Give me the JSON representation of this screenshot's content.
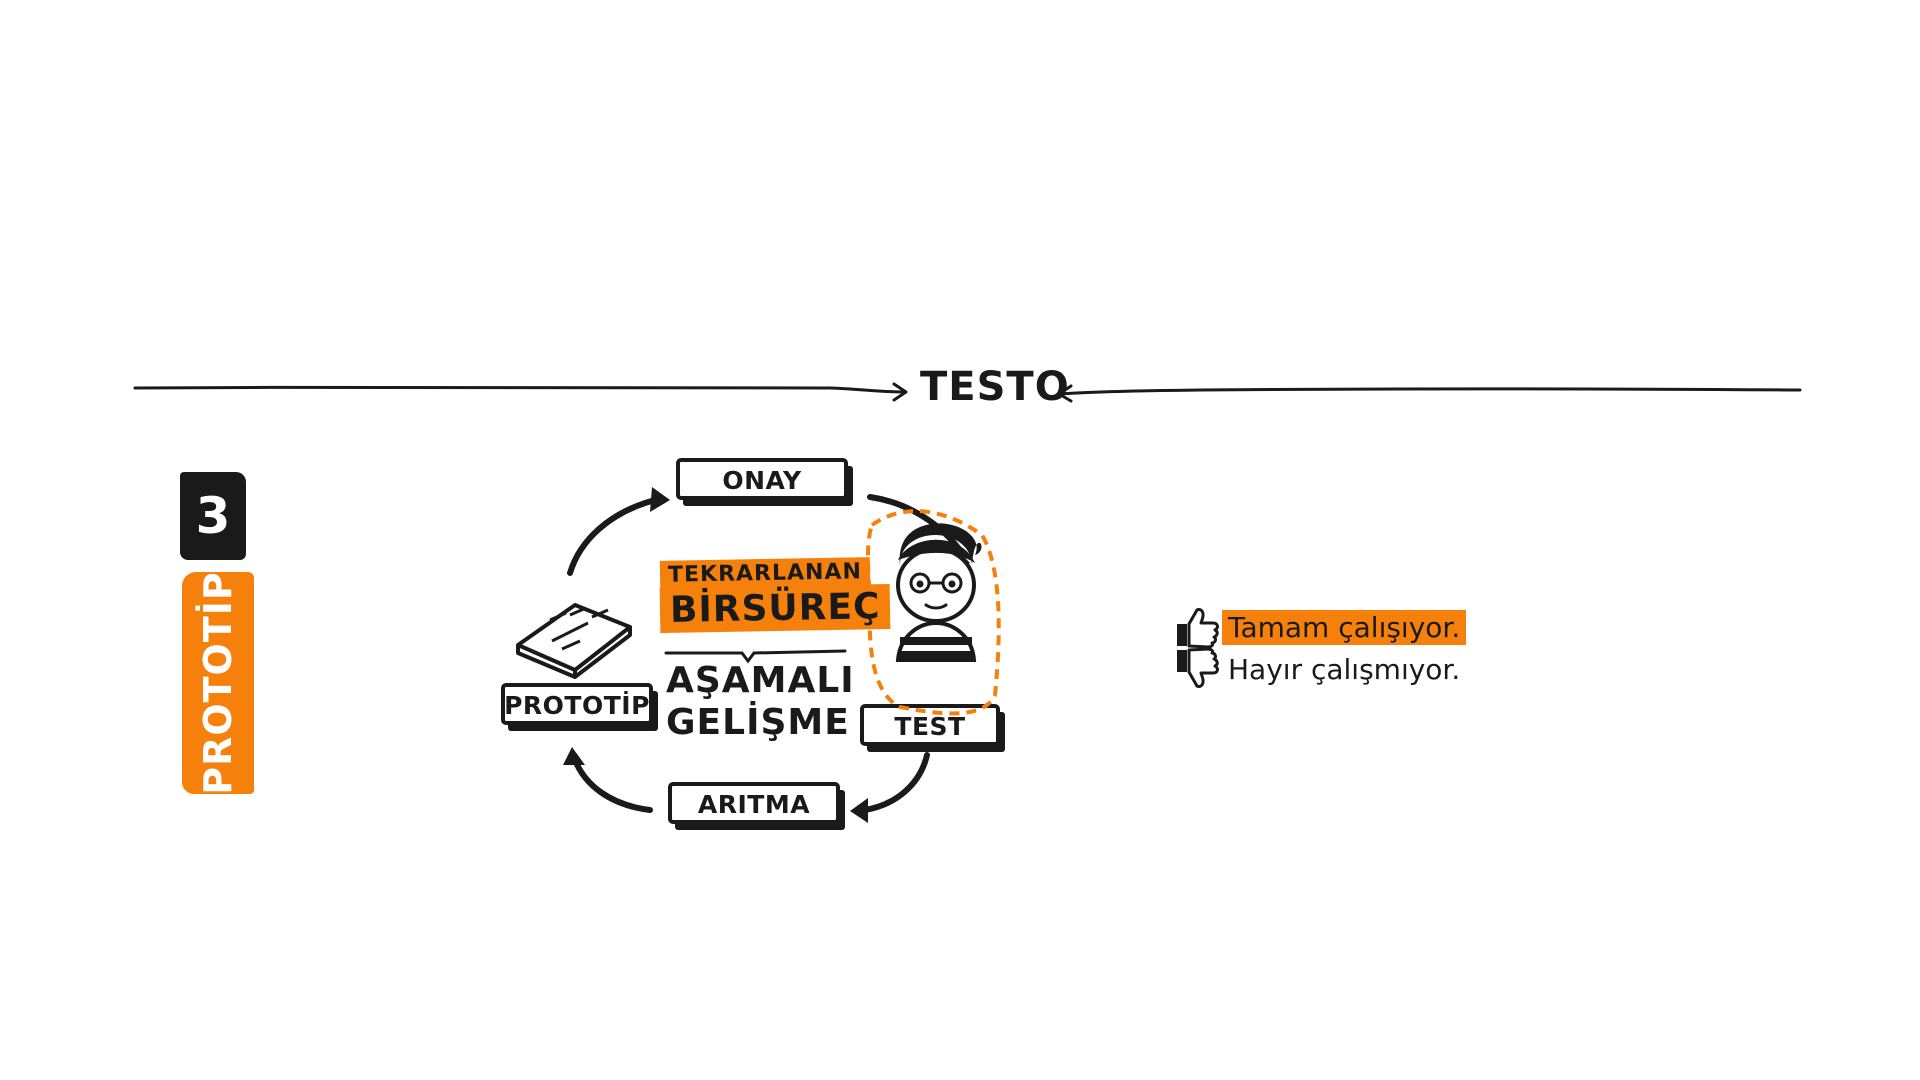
{
  "header": {
    "title": "TESTO"
  },
  "step": {
    "number": "3",
    "label": "PROTOTİP"
  },
  "cycle": {
    "stages": {
      "top": "ONAY",
      "right": "TEST",
      "bottom": "ARITMA",
      "left": "PROTOTİP"
    },
    "center": {
      "tag_small": "TEKRARLANAN",
      "tag_large": "BİRSÜREÇ",
      "subtitle_line1": "AŞAMALI",
      "subtitle_line2": "GELİŞME"
    }
  },
  "feedback": {
    "items": [
      {
        "icon": "thumbs-up-icon",
        "text": "Tamam çalışıyor.",
        "highlighted": true
      },
      {
        "icon": "thumbs-down-icon",
        "text": "Hayır çalışmıyor.",
        "highlighted": false
      }
    ]
  },
  "colors": {
    "accent": "#f5800b",
    "ink": "#1a1a1a",
    "background": "#ffffff"
  }
}
